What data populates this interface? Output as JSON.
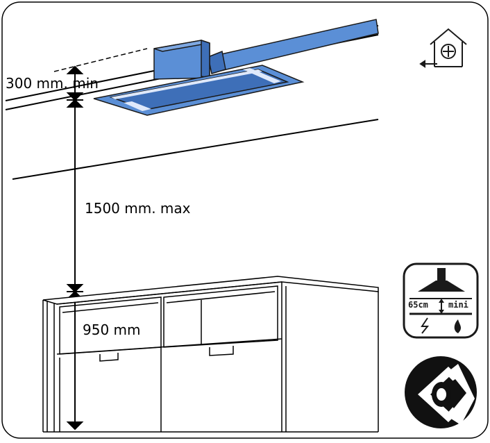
{
  "dimensions": {
    "min_clearance": "300 mm. min",
    "max_height": "1500 mm. max",
    "counter_height": "950 mm"
  },
  "icons": {
    "ducted_extraction": "house-fan-icon",
    "cooktop_clearance": "hood-clearance-icon",
    "clearance_label": "65cm",
    "clearance_qualifier": "mini",
    "visual_inspection": "eye-icon"
  },
  "colors": {
    "hood_blue": "#5b8fd6",
    "hood_blue_dark": "#3e6fb8",
    "led_strip": "#dfe9fb",
    "icon_dark": "#1a1a1a"
  }
}
